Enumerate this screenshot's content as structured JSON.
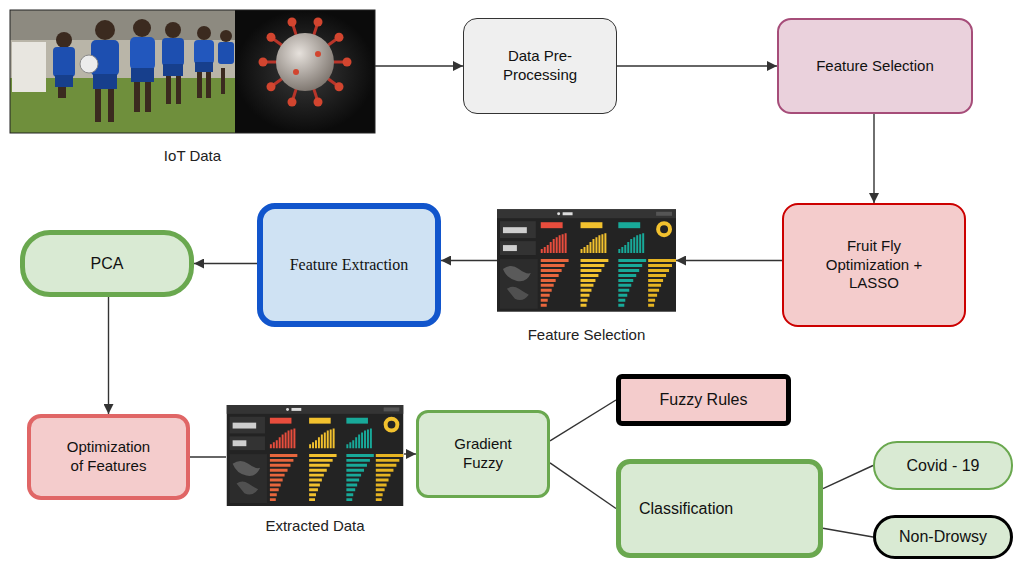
{
  "diagram": {
    "nodes": [
      {
        "text": [
          "IoT Data"
        ]
      },
      {
        "text": [
          "Data Pre-Processing"
        ]
      },
      {
        "text": [
          "Feature Selection"
        ]
      },
      {
        "text": [
          "Fruit Fly Optimization + LASSO"
        ]
      },
      {
        "text": [
          "Feature Selection"
        ]
      },
      {
        "text": [
          "Feature Extraction"
        ]
      },
      {
        "text": [
          "PCA"
        ]
      },
      {
        "text": [
          "Optimization of Features"
        ]
      },
      {
        "text": [
          "Extracted Data"
        ]
      },
      {
        "text": [
          "Gradient Fuzzy"
        ]
      },
      {
        "text": [
          "Fuzzy Rules"
        ]
      },
      {
        "text": [
          "Classification"
        ]
      },
      {
        "text": [
          "Covid - 19"
        ]
      },
      {
        "text": [
          "Non-Drowsy"
        ]
      }
    ],
    "edges": [
      {
        "from": 0,
        "to": 1,
        "arrow": "to"
      },
      {
        "from": 1,
        "to": 2,
        "arrow": "to"
      },
      {
        "from": 2,
        "to": 3,
        "arrow": "to"
      },
      {
        "from": 3,
        "to": 4,
        "arrow": "to"
      },
      {
        "from": 4,
        "to": 5,
        "arrow": "to"
      },
      {
        "from": 5,
        "to": 6,
        "arrow": "to"
      },
      {
        "from": 6,
        "to": 7,
        "arrow": "to"
      },
      {
        "from": 7,
        "to": 8,
        "arrow": "none"
      },
      {
        "from": 8,
        "to": 9,
        "arrow": "to"
      },
      {
        "from": 9,
        "to": 10,
        "arrow": "none"
      },
      {
        "from": 9,
        "to": 11,
        "arrow": "none"
      },
      {
        "from": 11,
        "to": 12,
        "arrow": "none"
      },
      {
        "from": 11,
        "to": 13,
        "arrow": "none"
      }
    ]
  }
}
